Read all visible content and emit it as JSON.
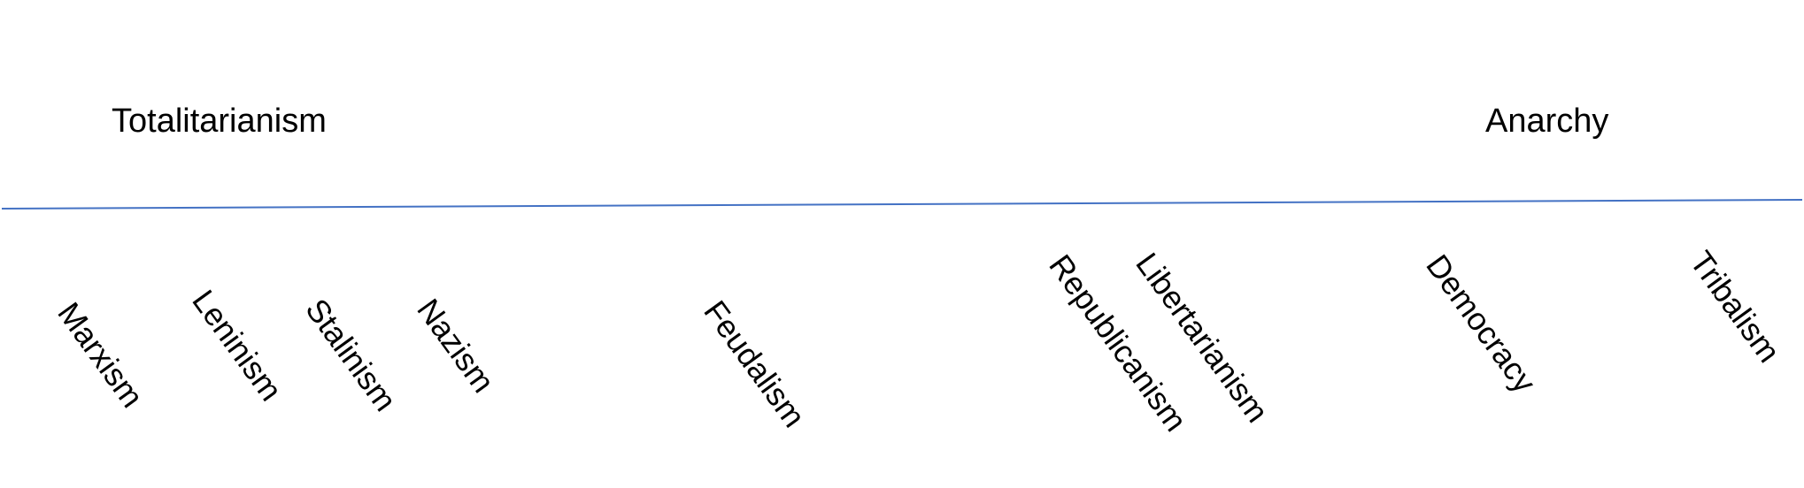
{
  "diagram": {
    "poles": {
      "left": "Totalitarianism",
      "right": "Anarchy"
    },
    "axis_color": "#4472C4",
    "ideologies": [
      "Marxism",
      "Leninism",
      "Stalinism",
      "Nazism",
      "Feudalism",
      "Republicanism",
      "Libertarianism",
      "Democracy",
      "Tribalism"
    ]
  }
}
